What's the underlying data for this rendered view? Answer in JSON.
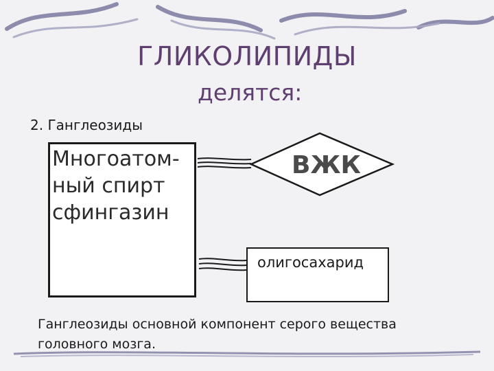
{
  "slide": {
    "title": "ГЛИКОЛИПИДЫ",
    "subtitle": "делятся:",
    "section": "2. Ганглеозиды",
    "left_box_text": "Многоатом-ный спирт сфингазин",
    "diamond_text": "ВЖК",
    "oligo_text": "олигосахарид",
    "footer": "Ганглеозиды основной компонент серого вещества головного мозга."
  },
  "colors": {
    "title": "#5e3f6f",
    "decor": "#7c7aa0",
    "background": "#f2f1f4"
  }
}
